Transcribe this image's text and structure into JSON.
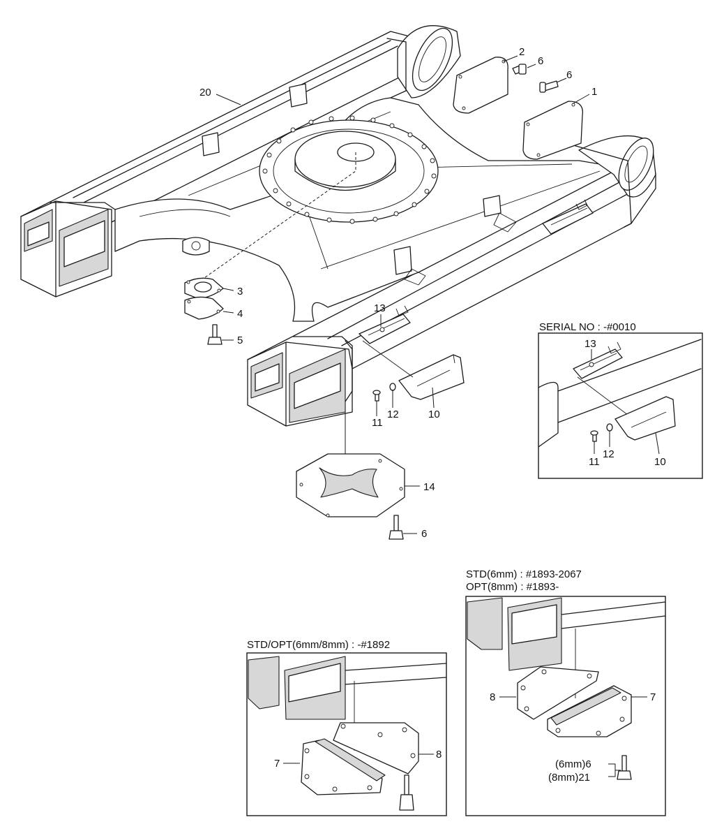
{
  "part_labels": {
    "main": {
      "p20": "20",
      "p2": "2",
      "p6a": "6",
      "p6b": "6",
      "p1": "1",
      "p3": "3",
      "p4": "4",
      "p5": "5",
      "p13": "13",
      "p11": "11",
      "p12": "12",
      "p10": "10",
      "p14": "14",
      "p6c": "6"
    },
    "inset_serial": {
      "p13": "13",
      "p11": "11",
      "p12": "12",
      "p10": "10"
    },
    "inset_std1892": {
      "p7": "7",
      "p8": "8"
    },
    "inset_std1893": {
      "p8": "8",
      "p7": "7",
      "p6mm": "(6mm)6",
      "p8mm": "(8mm)21"
    }
  },
  "insets": {
    "serial_caption": "SERIAL NO : -#0010",
    "std1892_caption": "STD/OPT(6mm/8mm) : -#1892",
    "std1893_caption_line1": "STD(6mm) : #1893-2067",
    "std1893_caption_line2": "OPT(8mm) : #1893-"
  }
}
